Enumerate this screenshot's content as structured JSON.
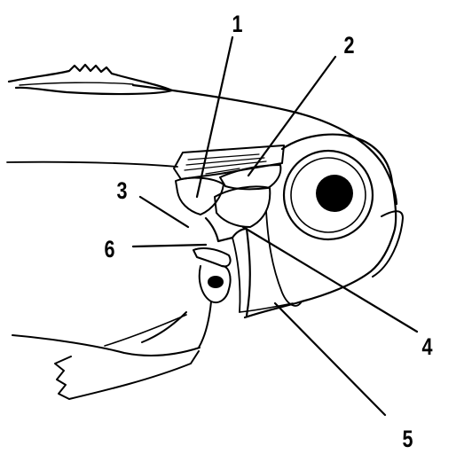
{
  "figure": {
    "labels": [
      {
        "id": "1",
        "text": "1"
      },
      {
        "id": "2",
        "text": "2"
      },
      {
        "id": "3",
        "text": "3"
      },
      {
        "id": "4",
        "text": "4"
      },
      {
        "id": "5",
        "text": "5"
      },
      {
        "id": "6",
        "text": "6"
      }
    ],
    "colors": {
      "ink": "#000000",
      "paper": "#ffffff",
      "stipple": "#000000"
    }
  }
}
